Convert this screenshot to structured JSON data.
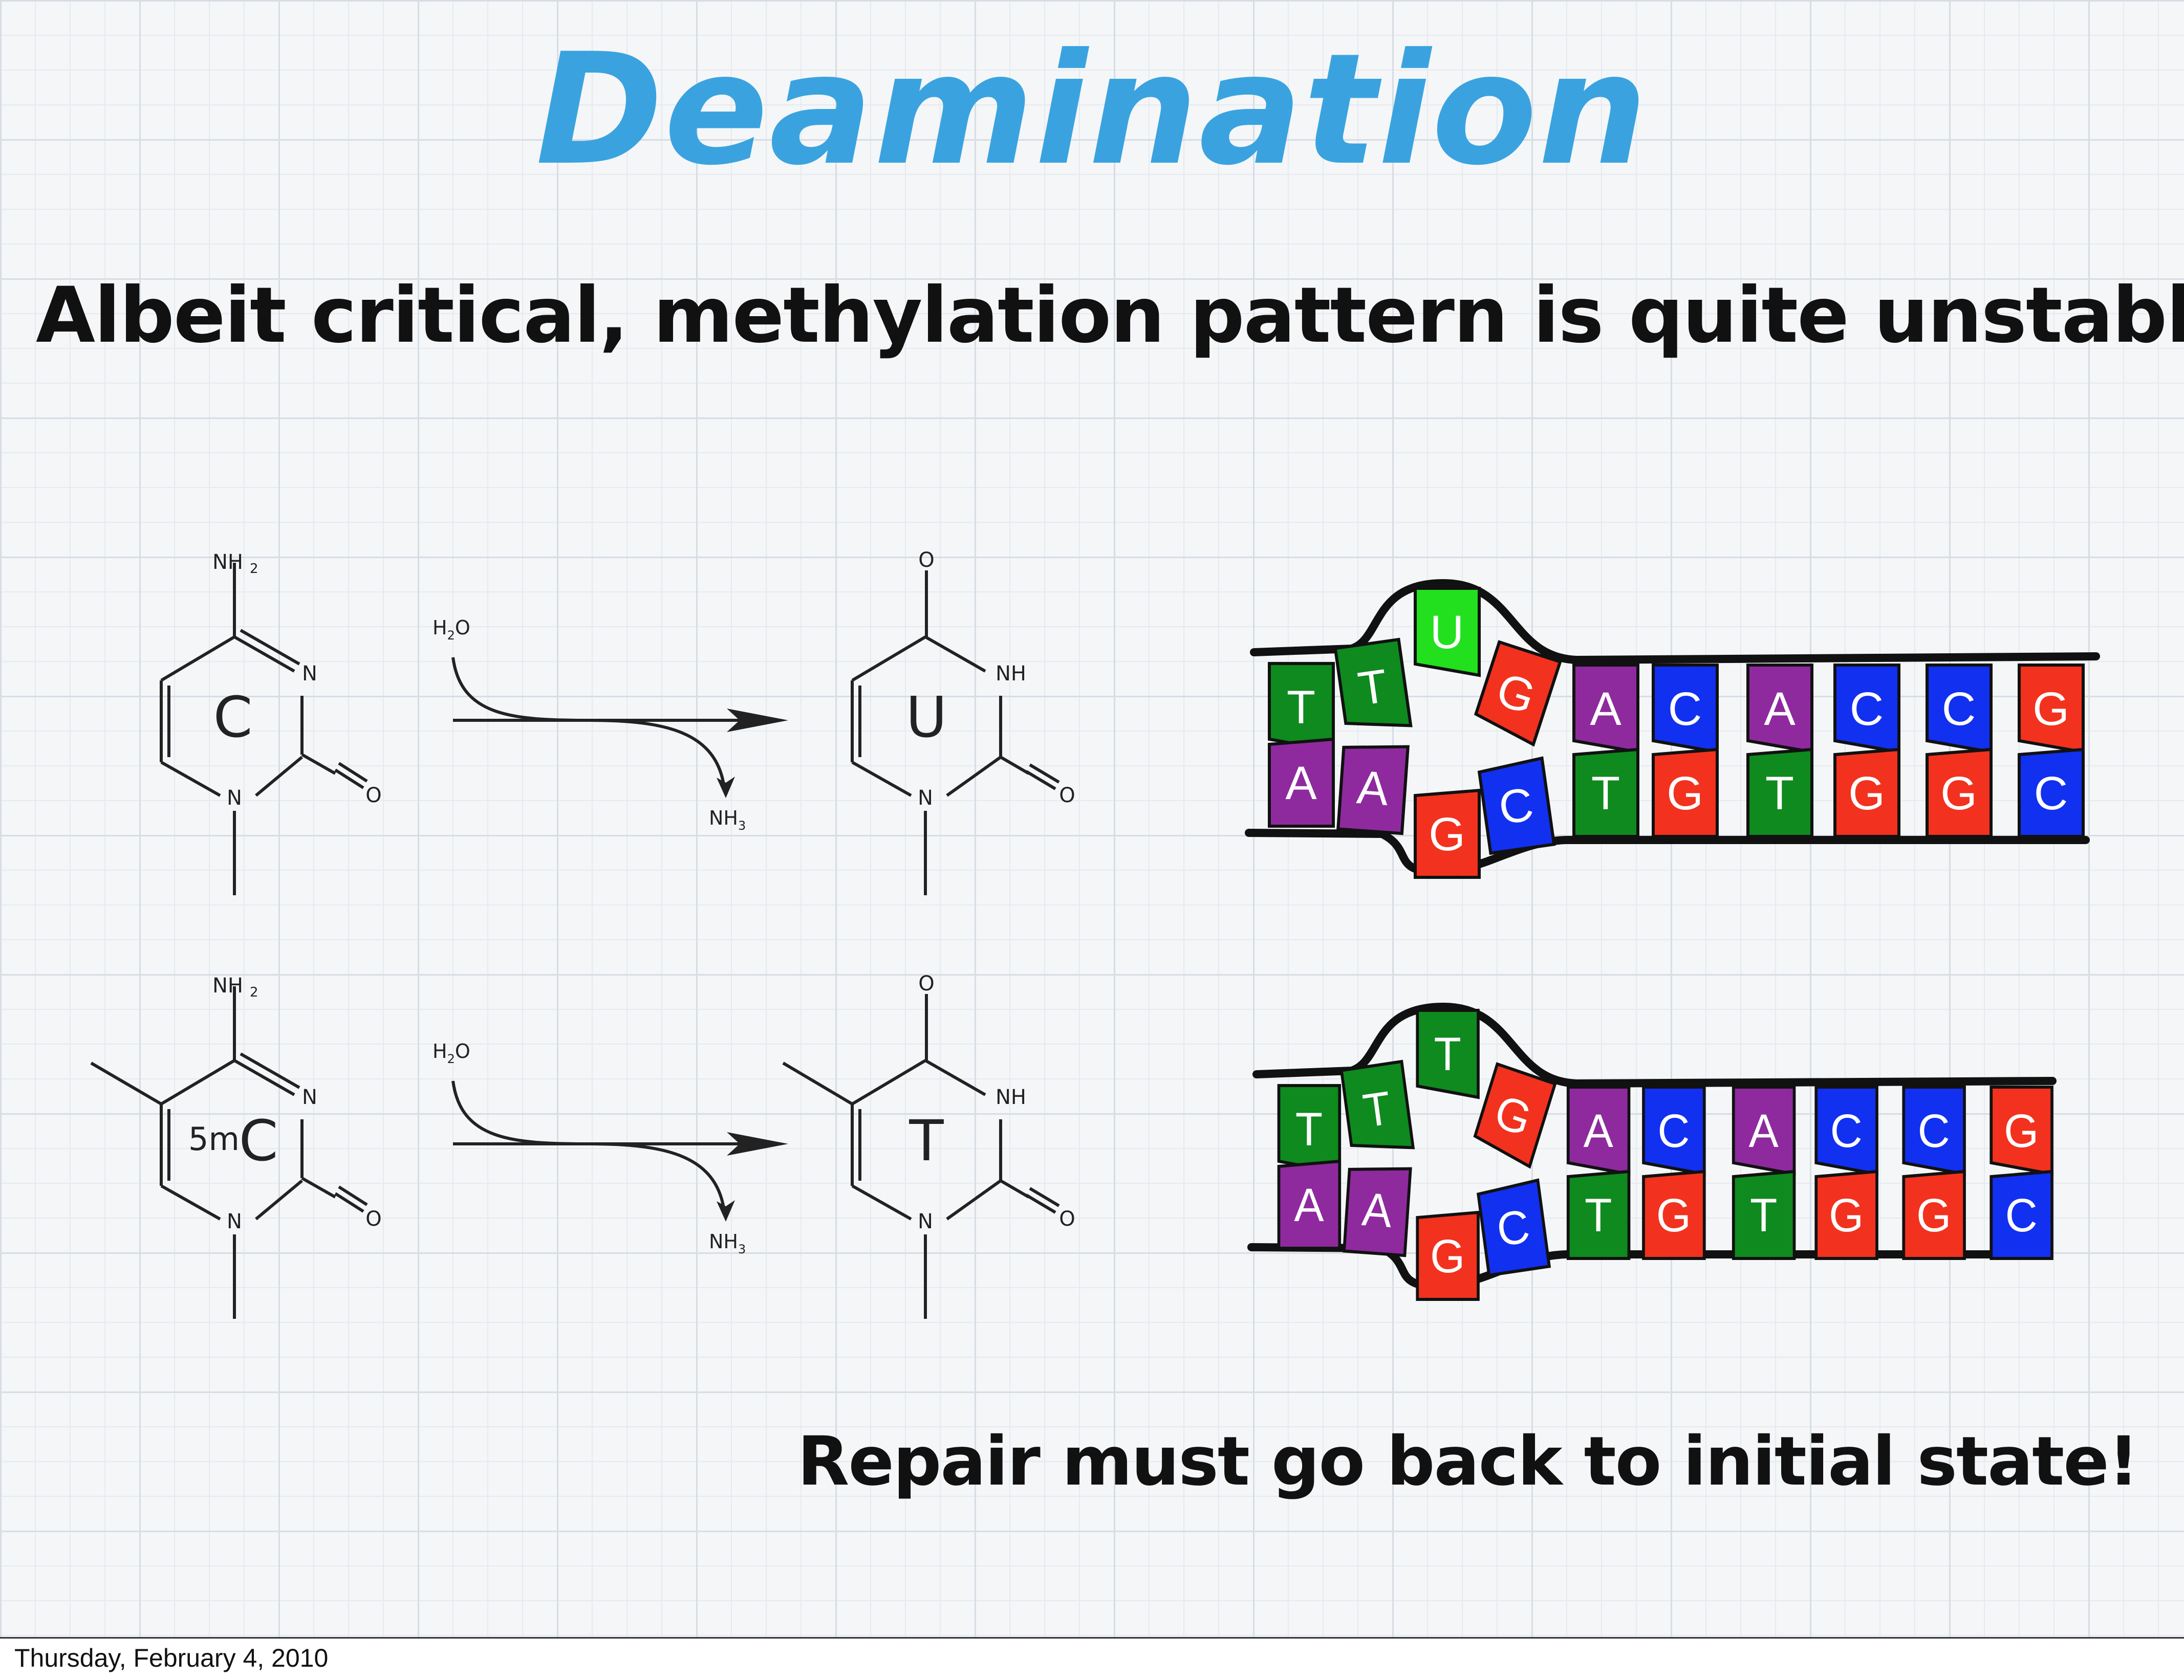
{
  "title": "Deamination",
  "subtitle": "Albeit critical, methylation pattern is quite unstable...",
  "note": "Repair must go back to initial state!",
  "date": "Thursday, February 4, 2010",
  "colors": {
    "title": "#3aa3df",
    "A": "#8e2a9e",
    "T": "#0e8a1e",
    "G": "#f2321e",
    "C": "#1230f0",
    "U": "#22e01e"
  },
  "reactions": [
    {
      "reactant": {
        "ring_letter": "C",
        "prefix": "",
        "top": "NH",
        "top_sub": "2",
        "n3": "N",
        "n1": "N",
        "o2": "O"
      },
      "reagent_in": {
        "text": "H",
        "sub": "2",
        "tail": "O"
      },
      "reagent_out": {
        "text": "NH",
        "sub": "3"
      },
      "product": {
        "ring_letter": "U",
        "top": "O",
        "n3": "NH",
        "n1": "N",
        "o2": "O"
      }
    },
    {
      "reactant": {
        "ring_letter": "C",
        "prefix": "5m",
        "top": "NH",
        "top_sub": "2",
        "n3": "N",
        "n1": "N",
        "o2": "O"
      },
      "reagent_in": {
        "text": "H",
        "sub": "2",
        "tail": "O"
      },
      "reagent_out": {
        "text": "NH",
        "sub": "3"
      },
      "product": {
        "ring_letter": "T",
        "top": "O",
        "n3": "NH",
        "n1": "N",
        "o2": "O"
      }
    }
  ],
  "dna": [
    {
      "top": [
        "T",
        "T",
        "U",
        "G",
        "A",
        "C",
        "A",
        "C",
        "C",
        "G"
      ],
      "bottom": [
        "A",
        "A",
        "G",
        "C",
        "T",
        "G",
        "T",
        "G",
        "G",
        "C"
      ]
    },
    {
      "top": [
        "T",
        "T",
        "T",
        "G",
        "A",
        "C",
        "A",
        "C",
        "C",
        "G"
      ],
      "bottom": [
        "A",
        "A",
        "G",
        "C",
        "T",
        "G",
        "T",
        "G",
        "G",
        "C"
      ]
    }
  ]
}
